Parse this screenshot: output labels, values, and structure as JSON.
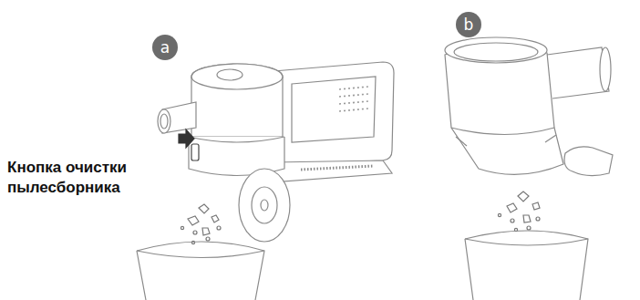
{
  "diagram": {
    "nodes": [
      {
        "text": [
          "a"
        ]
      },
      {
        "text": [
          "b"
        ]
      }
    ],
    "labels": [
      "Кнопка очистки пылесборника"
    ]
  }
}
